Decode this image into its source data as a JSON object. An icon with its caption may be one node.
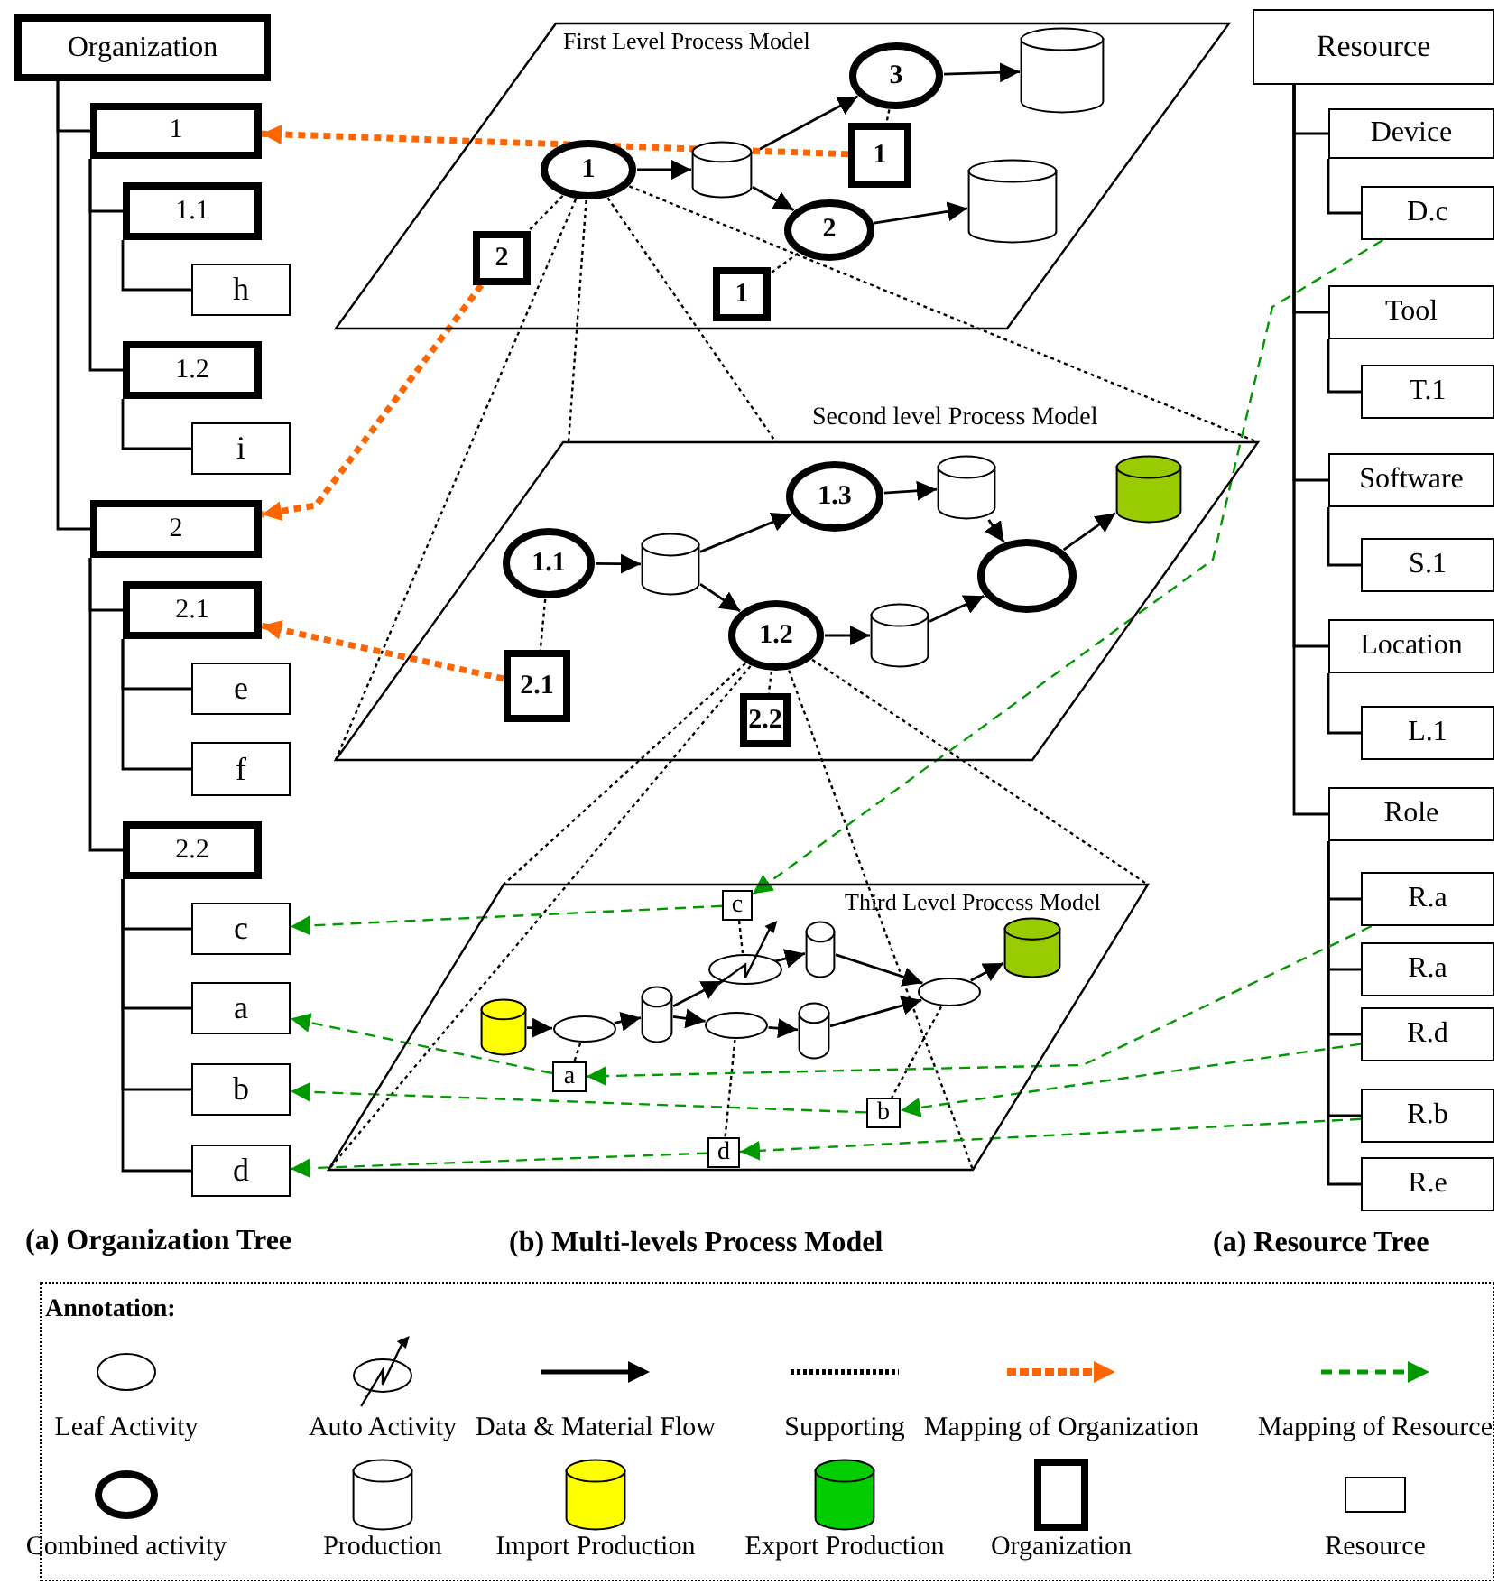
{
  "diagram": {
    "nodes": [
      {
        "text": [
          "Organization"
        ]
      },
      {
        "text": [
          "1"
        ]
      },
      {
        "text": [
          "1.1"
        ]
      },
      {
        "text": [
          "h"
        ]
      },
      {
        "text": [
          "1.2"
        ]
      },
      {
        "text": [
          "i"
        ]
      },
      {
        "text": [
          "2"
        ]
      },
      {
        "text": [
          "2.1"
        ]
      },
      {
        "text": [
          "e"
        ]
      },
      {
        "text": [
          "f"
        ]
      },
      {
        "text": [
          "2.2"
        ]
      },
      {
        "text": [
          "c"
        ]
      },
      {
        "text": [
          "a"
        ]
      },
      {
        "text": [
          "b"
        ]
      },
      {
        "text": [
          "d"
        ]
      },
      {
        "text": [
          "Resource"
        ]
      },
      {
        "text": [
          "Device"
        ]
      },
      {
        "text": [
          "D.c"
        ]
      },
      {
        "text": [
          "Tool"
        ]
      },
      {
        "text": [
          "T.1"
        ]
      },
      {
        "text": [
          "Software"
        ]
      },
      {
        "text": [
          "S.1"
        ]
      },
      {
        "text": [
          "Location"
        ]
      },
      {
        "text": [
          "L.1"
        ]
      },
      {
        "text": [
          "Role"
        ]
      },
      {
        "text": [
          "R.a"
        ]
      },
      {
        "text": [
          "R.a"
        ]
      },
      {
        "text": [
          "R.d"
        ]
      },
      {
        "text": [
          "R.b"
        ]
      },
      {
        "text": [
          "R.e"
        ]
      },
      {
        "text": [
          "First Level Process Model"
        ]
      },
      {
        "text": [
          "1"
        ],
        "in": 30
      },
      {
        "text": [],
        "shape": "cylinder",
        "in": 30
      },
      {
        "text": [
          "3"
        ],
        "in": 30
      },
      {
        "text": [],
        "shape": "cylinder",
        "in": 30
      },
      {
        "text": [
          "2"
        ],
        "in": 30
      },
      {
        "text": [],
        "shape": "cylinder",
        "in": 30
      },
      {
        "text": [
          "2"
        ],
        "in": 30
      },
      {
        "text": [
          "1"
        ],
        "in": 30
      },
      {
        "text": [
          "1"
        ],
        "in": 30
      },
      {
        "text": [
          "Second level Process Model"
        ]
      },
      {
        "text": [
          "1.1"
        ],
        "in": 40
      },
      {
        "text": [],
        "shape": "cylinder",
        "in": 40
      },
      {
        "text": [
          "1.3"
        ],
        "in": 40
      },
      {
        "text": [],
        "shape": "cylinder",
        "in": 40
      },
      {
        "text": [
          "1.2"
        ],
        "in": 40
      },
      {
        "text": [],
        "shape": "cylinder",
        "in": 40
      },
      {
        "text": [],
        "shape": "ellipse",
        "in": 40
      },
      {
        "text": [],
        "shape": "cylinder",
        "in": 40
      },
      {
        "text": [
          "2.1"
        ],
        "in": 40
      },
      {
        "text": [
          "2.2"
        ],
        "in": 40
      },
      {
        "text": [
          "Third Level Process Model"
        ]
      },
      {
        "text": [],
        "shape": "cylinder",
        "in": 51
      },
      {
        "text": [],
        "shape": "ellipse",
        "in": 51
      },
      {
        "text": [],
        "shape": "cylinder",
        "in": 51
      },
      {
        "text": [],
        "shape": "ellipse",
        "in": 51
      },
      {
        "text": [],
        "shape": "cylinder",
        "in": 51
      },
      {
        "text": [],
        "shape": "ellipse",
        "in": 51
      },
      {
        "text": [],
        "shape": "cylinder",
        "in": 51
      },
      {
        "text": [],
        "shape": "ellipse",
        "in": 51
      },
      {
        "text": [],
        "shape": "cylinder",
        "in": 51
      },
      {
        "text": [
          "a"
        ],
        "in": 51
      },
      {
        "text": [
          "c"
        ],
        "in": 51
      },
      {
        "text": [
          "b"
        ],
        "in": 51
      },
      {
        "text": [
          "d"
        ],
        "in": 51
      }
    ],
    "edges": [
      {
        "from": 0,
        "to": 1,
        "arrow": "none"
      },
      {
        "from": 1,
        "to": 2,
        "arrow": "none"
      },
      {
        "from": 2,
        "to": 3,
        "arrow": "none"
      },
      {
        "from": 1,
        "to": 4,
        "arrow": "none"
      },
      {
        "from": 4,
        "to": 5,
        "arrow": "none"
      },
      {
        "from": 0,
        "to": 6,
        "arrow": "none"
      },
      {
        "from": 6,
        "to": 7,
        "arrow": "none"
      },
      {
        "from": 7,
        "to": 8,
        "arrow": "none"
      },
      {
        "from": 7,
        "to": 9,
        "arrow": "none"
      },
      {
        "from": 6,
        "to": 10,
        "arrow": "none"
      },
      {
        "from": 10,
        "to": 11,
        "arrow": "none"
      },
      {
        "from": 10,
        "to": 12,
        "arrow": "none"
      },
      {
        "from": 10,
        "to": 13,
        "arrow": "none"
      },
      {
        "from": 10,
        "to": 14,
        "arrow": "none"
      },
      {
        "from": 15,
        "to": 16,
        "arrow": "none"
      },
      {
        "from": 16,
        "to": 17,
        "arrow": "none"
      },
      {
        "from": 15,
        "to": 18,
        "arrow": "none"
      },
      {
        "from": 18,
        "to": 19,
        "arrow": "none"
      },
      {
        "from": 15,
        "to": 20,
        "arrow": "none"
      },
      {
        "from": 20,
        "to": 21,
        "arrow": "none"
      },
      {
        "from": 15,
        "to": 22,
        "arrow": "none"
      },
      {
        "from": 22,
        "to": 23,
        "arrow": "none"
      },
      {
        "from": 15,
        "to": 24,
        "arrow": "none"
      },
      {
        "from": 24,
        "to": 25,
        "arrow": "none"
      },
      {
        "from": 24,
        "to": 26,
        "arrow": "none"
      },
      {
        "from": 24,
        "to": 27,
        "arrow": "none"
      },
      {
        "from": 24,
        "to": 28,
        "arrow": "none"
      },
      {
        "from": 24,
        "to": 29,
        "arrow": "none"
      },
      {
        "from": 31,
        "to": 32,
        "arrow": "to"
      },
      {
        "from": 32,
        "to": 33,
        "arrow": "to"
      },
      {
        "from": 32,
        "to": 35,
        "arrow": "to"
      },
      {
        "from": 33,
        "to": 34,
        "arrow": "to"
      },
      {
        "from": 35,
        "to": 36,
        "arrow": "to"
      },
      {
        "from": 31,
        "to": 37,
        "arrow": "none",
        "style": "dashed"
      },
      {
        "from": 33,
        "to": 38,
        "arrow": "none",
        "style": "dashed"
      },
      {
        "from": 35,
        "to": 39,
        "arrow": "none",
        "style": "dashed"
      },
      {
        "from": 38,
        "to": 1,
        "arrow": "to",
        "style": "dashed",
        "color": "#ff6600"
      },
      {
        "from": 37,
        "to": 6,
        "arrow": "to",
        "style": "dashed",
        "color": "#ff6600"
      },
      {
        "from": 31,
        "to": 40,
        "arrow": "none",
        "style": "dashed"
      },
      {
        "from": 31,
        "to": 40,
        "arrow": "none",
        "style": "dashed"
      },
      {
        "from": 31,
        "to": 40,
        "arrow": "none",
        "style": "dashed"
      },
      {
        "from": 31,
        "to": 40,
        "arrow": "none",
        "style": "dashed"
      },
      {
        "from": 41,
        "to": 42,
        "arrow": "to"
      },
      {
        "from": 42,
        "to": 43,
        "arrow": "to"
      },
      {
        "from": 42,
        "to": 45,
        "arrow": "to"
      },
      {
        "from": 43,
        "to": 44,
        "arrow": "to"
      },
      {
        "from": 45,
        "to": 46,
        "arrow": "to"
      },
      {
        "from": 44,
        "to": 47,
        "arrow": "to"
      },
      {
        "from": 46,
        "to": 47,
        "arrow": "to"
      },
      {
        "from": 47,
        "to": 48,
        "arrow": "to"
      },
      {
        "from": 41,
        "to": 49,
        "arrow": "none",
        "style": "dashed"
      },
      {
        "from": 45,
        "to": 50,
        "arrow": "none",
        "style": "dashed"
      },
      {
        "from": 49,
        "to": 7,
        "arrow": "to",
        "style": "dashed",
        "color": "#ff6600"
      },
      {
        "from": 45,
        "to": 51,
        "arrow": "none",
        "style": "dashed"
      },
      {
        "from": 45,
        "to": 51,
        "arrow": "none",
        "style": "dashed"
      },
      {
        "from": 45,
        "to": 51,
        "arrow": "none",
        "style": "dashed"
      },
      {
        "from": 45,
        "to": 51,
        "arrow": "none",
        "style": "dashed"
      },
      {
        "from": 52,
        "to": 53,
        "arrow": "to"
      },
      {
        "from": 53,
        "to": 54,
        "arrow": "to"
      },
      {
        "from": 54,
        "to": 55,
        "arrow": "to"
      },
      {
        "from": 55,
        "to": 56,
        "arrow": "to"
      },
      {
        "from": 54,
        "to": 57,
        "arrow": "to"
      },
      {
        "from": 57,
        "to": 58,
        "arrow": "to"
      },
      {
        "from": 56,
        "to": 59,
        "arrow": "to"
      },
      {
        "from": 58,
        "to": 59,
        "arrow": "to"
      },
      {
        "from": 59,
        "to": 60,
        "arrow": "to"
      },
      {
        "from": 53,
        "to": 61,
        "arrow": "none",
        "style": "dashed"
      },
      {
        "from": 55,
        "to": 62,
        "arrow": "none",
        "style": "dashed"
      },
      {
        "from": 59,
        "to": 63,
        "arrow": "none",
        "style": "dashed"
      },
      {
        "from": 57,
        "to": 64,
        "arrow": "none",
        "style": "dashed"
      },
      {
        "from": 62,
        "to": 11,
        "arrow": "to",
        "style": "dashed",
        "color": "#009900"
      },
      {
        "from": 17,
        "to": 62,
        "arrow": "to",
        "style": "dashed",
        "color": "#009900"
      },
      {
        "from": 61,
        "to": 12,
        "arrow": "to",
        "style": "dashed",
        "color": "#009900"
      },
      {
        "from": 25,
        "to": 61,
        "arrow": "to",
        "style": "dashed",
        "color": "#009900"
      },
      {
        "from": 63,
        "to": 13,
        "arrow": "to",
        "style": "dashed",
        "color": "#009900"
      },
      {
        "from": 27,
        "to": 63,
        "arrow": "to",
        "style": "dashed",
        "color": "#009900"
      },
      {
        "from": 64,
        "to": 14,
        "arrow": "to",
        "style": "dashed",
        "color": "#009900"
      },
      {
        "from": 28,
        "to": 64,
        "arrow": "to",
        "style": "dashed",
        "color": "#009900"
      }
    ],
    "labels": [
      "(a) Organization Tree",
      "(b) Multi-levels Process Model",
      "(a) Resource Tree",
      "Annotation:"
    ],
    "legend": [
      {
        "text": "Leaf Activity"
      },
      {
        "text": "Auto Activity"
      },
      {
        "text": "Data & Material Flow"
      },
      {
        "text": "Supporting"
      },
      {
        "text": "Mapping of Organization"
      },
      {
        "text": "Mapping of Resource"
      },
      {
        "text": "Combined activity"
      },
      {
        "text": "Production"
      },
      {
        "text": "Import Production"
      },
      {
        "text": "Export Production"
      },
      {
        "text": "Organization"
      },
      {
        "text": "Resource"
      }
    ]
  }
}
